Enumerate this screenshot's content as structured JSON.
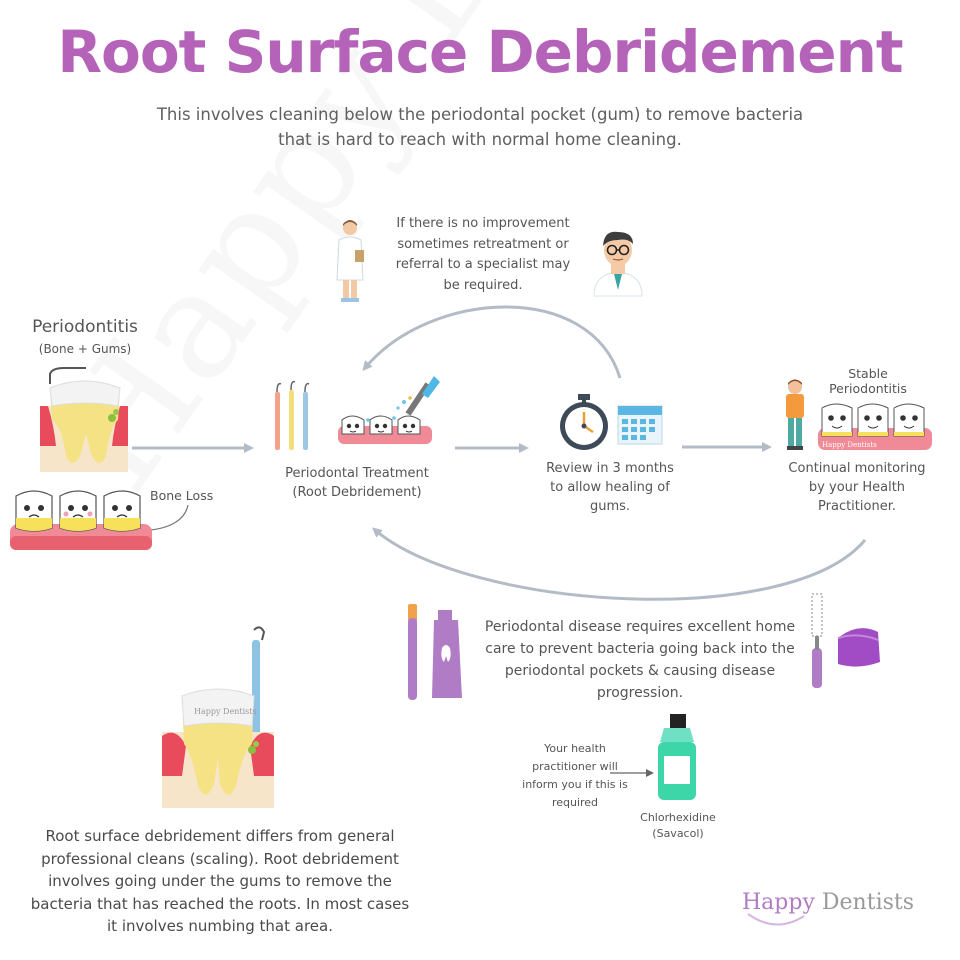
{
  "title": "Root Surface Debridement",
  "subtitle": "This involves cleaning below the periodontal pocket (gum) to remove bacteria that is hard to reach with normal home cleaning.",
  "watermark": "Happy Dentists",
  "retreatment_note": "If there is no improvement sometimes retreatment or referral to a specialist may be required.",
  "periodontitis": {
    "title": "Periodontitis",
    "subtitle": "(Bone + Gums)",
    "bone_loss": "Bone Loss"
  },
  "treatment": {
    "label": "Periodontal Treatment (Root Debridement)"
  },
  "review": {
    "label": "Review in 3 months to allow healing of gums."
  },
  "stable": {
    "title": "Stable Periodontitis",
    "label": "Continual monitoring by your Health Practitioner.",
    "gum_text": "Happy Dentists"
  },
  "home_care": "Periodontal disease requires excellent home care to prevent bacteria going back into the periodontal pockets & causing disease progression.",
  "practitioner_note": "Your health practitioner will inform you if this is required",
  "chlorhexidine": "Chlorhexidine (Savacol)",
  "tooth_crown_text": "Happy Dentists",
  "debridement_note": "Root surface debridement differs from general professional cleans (scaling). Root debridement involves going under the gums to remove the bacteria that has reached the roots. In most cases it involves numbing that area.",
  "logo": {
    "part1": "Happy",
    "part2": " Dentists"
  },
  "colors": {
    "title": "#b463b9",
    "arrow": "#b3bcc6",
    "gum": "#f08a96",
    "root_yellow": "#f7e08a",
    "tool_purple": "#b07cc6",
    "mouthwash_green": "#3dd6a8"
  }
}
